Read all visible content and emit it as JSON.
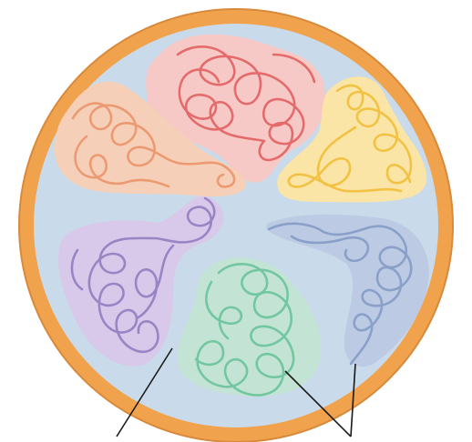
{
  "figure": {
    "labels": [],
    "colors": {
      "rim": "#f0a24c",
      "rim_stroke": "#d88a3c",
      "nucleoplasm": "#c9dbea",
      "leader_line": "#1a1a1a"
    },
    "territories": [
      {
        "name": "red-territory",
        "fill": "#f6c9c6",
        "line": "#e46b6b"
      },
      {
        "name": "yellow-territory",
        "fill": "#fbe5a6",
        "line": "#f1c243"
      },
      {
        "name": "blue-territory",
        "fill": "#bccbe3",
        "line": "#8aa0c8"
      },
      {
        "name": "green-territory",
        "fill": "#c3e3d4",
        "line": "#72c7a1"
      },
      {
        "name": "purple-territory",
        "fill": "#d8c9ea",
        "line": "#9b84c4"
      },
      {
        "name": "orange-territory",
        "fill": "#f6cfb8",
        "line": "#ec9a72"
      }
    ]
  }
}
